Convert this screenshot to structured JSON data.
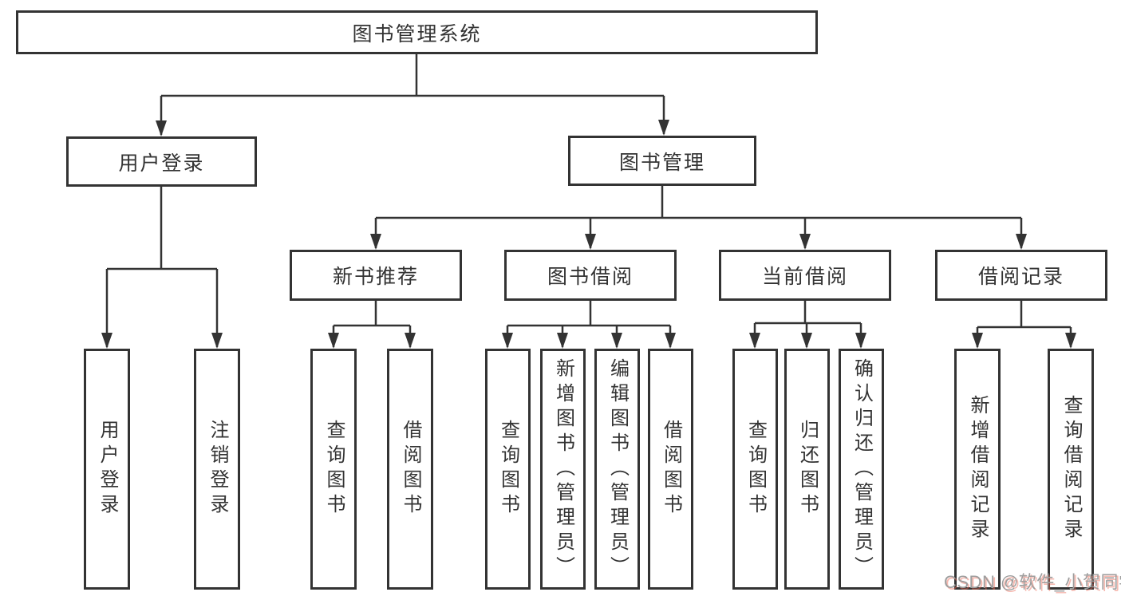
{
  "nodes": {
    "root": {
      "label": "图书管理系统"
    },
    "user_login": {
      "label": "用户登录"
    },
    "book_mgmt": {
      "label": "图书管理"
    },
    "new_book_rec": {
      "label": "新书推荐"
    },
    "book_borrow": {
      "label": "图书借阅"
    },
    "current_borrow": {
      "label": "当前借阅"
    },
    "borrow_record": {
      "label": "借阅记录"
    },
    "leaf_user_login": {
      "label": "用户登录"
    },
    "leaf_logout": {
      "label": "注销登录"
    },
    "leaf_query_book_1": {
      "label": "查询图书"
    },
    "leaf_borrow_book_1": {
      "label": "借阅图书"
    },
    "leaf_query_book_2": {
      "label": "查询图书"
    },
    "leaf_add_book": {
      "label": "新增图书（管理员）"
    },
    "leaf_edit_book": {
      "label": "编辑图书（管理员）"
    },
    "leaf_borrow_book_2": {
      "label": "借阅图书"
    },
    "leaf_query_book_3": {
      "label": "查询图书"
    },
    "leaf_return_book": {
      "label": "归还图书"
    },
    "leaf_confirm_return": {
      "label": "确认归还（管理员）"
    },
    "leaf_add_record": {
      "label": "新增借阅记录"
    },
    "leaf_query_record": {
      "label": "查询借阅记录"
    }
  },
  "watermark": {
    "text": "CSDN @软件_小贺同学"
  },
  "colors": {
    "line": "#333333",
    "text": "#333333",
    "background": "#ffffff",
    "watermark_gray": "#9e9e9e",
    "watermark_red": "#eb6450"
  }
}
